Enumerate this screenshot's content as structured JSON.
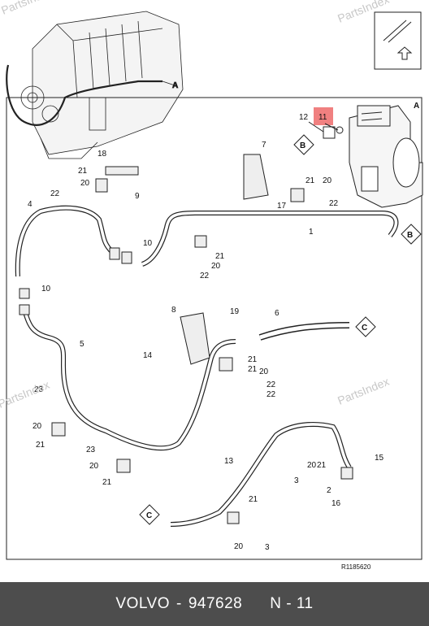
{
  "watermark": "PartsIndex",
  "diagram": {
    "reference": "R1185620",
    "view_markers": [
      "A",
      "B",
      "C"
    ],
    "part_labels": {
      "p1": "1",
      "p2": "2",
      "p3a": "3",
      "p3b": "3",
      "p4": "4",
      "p5": "5",
      "p6": "6",
      "p7": "7",
      "p8": "8",
      "p9": "9",
      "p10a": "10",
      "p10b": "10",
      "p11": "11",
      "p12": "12",
      "p13": "13",
      "p14": "14",
      "p15": "15",
      "p16": "16",
      "p17": "17",
      "p18": "18",
      "p19": "19",
      "p20a": "20",
      "p20b": "20",
      "p20c": "20",
      "p20d": "20",
      "p20e": "20",
      "p20f": "20",
      "p20g": "20",
      "p20h": "20",
      "p21a": "21",
      "p21b": "21",
      "p21c": "21",
      "p21d": "21",
      "p21e": "21",
      "p21f": "21",
      "p21g": "21",
      "p21h": "21",
      "p21i": "21",
      "p22a": "22",
      "p22b": "22",
      "p22c": "22",
      "p22d": "22",
      "p22e": "22",
      "p23a": "23",
      "p23b": "23"
    },
    "highlighted_part": "11",
    "highlight_color": "#f08080"
  },
  "footer": {
    "brand": "VOLVO",
    "separator": "-",
    "part_number": "947628",
    "position": "N - 11"
  }
}
